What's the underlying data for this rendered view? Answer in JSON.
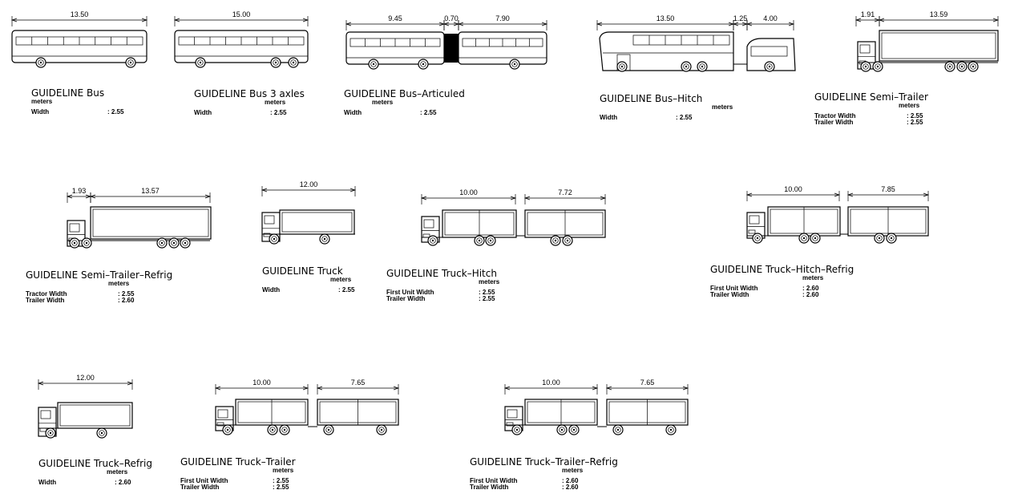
{
  "vehicles": [
    {
      "title": "GUIDELINE Bus",
      "unit": "meters",
      "dims": [
        "13.50"
      ],
      "rows": [
        {
          "label": "Width",
          "value": ": 2.55"
        }
      ]
    },
    {
      "title": "GUIDELINE Bus 3 axles",
      "unit": "meters",
      "dims": [
        "15.00"
      ],
      "rows": [
        {
          "label": "Width",
          "value": ": 2.55"
        }
      ]
    },
    {
      "title": "GUIDELINE Bus–Articuled",
      "unit": "meters",
      "dims": [
        "9.45",
        "0.70",
        "7.90"
      ],
      "rows": [
        {
          "label": "Width",
          "value": ": 2.55"
        }
      ]
    },
    {
      "title": "GUIDELINE Bus–Hitch",
      "unit": "meters",
      "dims": [
        "13.50",
        "1.25",
        "4.00"
      ],
      "rows": [
        {
          "label": "Width",
          "value": ": 2.55"
        }
      ]
    },
    {
      "title": "GUIDELINE Semi–Trailer",
      "unit": "meters",
      "dims": [
        "1.91",
        "13.59"
      ],
      "rows": [
        {
          "label": "Tractor Width",
          "value": ": 2.55"
        },
        {
          "label": "Trailer Width",
          "value": ": 2.55"
        }
      ]
    },
    {
      "title": "GUIDELINE Semi–Trailer–Refrig",
      "unit": "meters",
      "dims": [
        "1.93",
        "13.57"
      ],
      "rows": [
        {
          "label": "Tractor Width",
          "value": ": 2.55"
        },
        {
          "label": "Trailer Width",
          "value": ": 2.60"
        }
      ]
    },
    {
      "title": "GUIDELINE Truck",
      "unit": "meters",
      "dims": [
        "12.00"
      ],
      "rows": [
        {
          "label": "Width",
          "value": ": 2.55"
        }
      ]
    },
    {
      "title": "GUIDELINE Truck–Hitch",
      "unit": "meters",
      "dims": [
        "10.00",
        "7.72"
      ],
      "rows": [
        {
          "label": "First Unit Width",
          "value": ": 2.55"
        },
        {
          "label": "Trailer Width",
          "value": ": 2.55"
        }
      ]
    },
    {
      "title": "GUIDELINE Truck–Hitch–Refrig",
      "unit": "meters",
      "dims": [
        "10.00",
        "7.85"
      ],
      "rows": [
        {
          "label": "First Unit Width",
          "value": ": 2.60"
        },
        {
          "label": "Trailer Width",
          "value": ": 2.60"
        }
      ]
    },
    {
      "title": "GUIDELINE Truck–Refrig",
      "unit": "meters",
      "dims": [
        "12.00"
      ],
      "rows": [
        {
          "label": "Width",
          "value": ": 2.60"
        }
      ]
    },
    {
      "title": "GUIDELINE Truck–Trailer",
      "unit": "meters",
      "dims": [
        "10.00",
        "7.65"
      ],
      "rows": [
        {
          "label": "First Unit Width",
          "value": ": 2.55"
        },
        {
          "label": "Trailer Width",
          "value": ": 2.55"
        }
      ]
    },
    {
      "title": "GUIDELINE Truck–Trailer–Refrig",
      "unit": "meters",
      "dims": [
        "10.00",
        "7.65"
      ],
      "rows": [
        {
          "label": "First Unit Width",
          "value": ": 2.60"
        },
        {
          "label": "Trailer Width",
          "value": ": 2.60"
        }
      ]
    }
  ]
}
